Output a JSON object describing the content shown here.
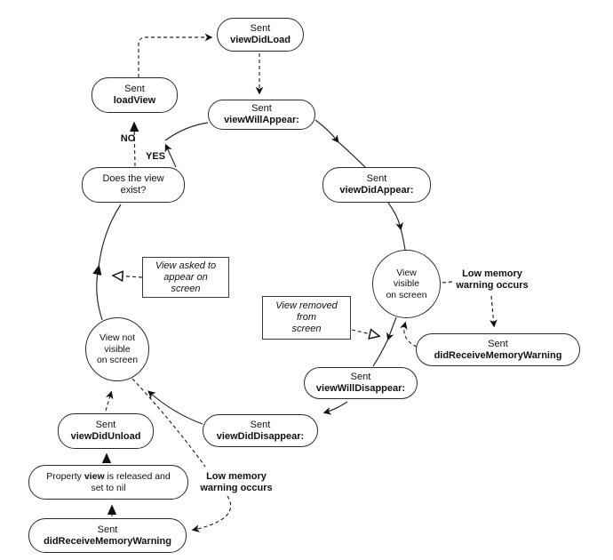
{
  "diagram": {
    "title_hint": "View controller lifecycle flowchart",
    "nodes": {
      "view_did_load": {
        "line1": "Sent",
        "line2": "viewDidLoad"
      },
      "load_view": {
        "line1": "Sent",
        "line2": "loadView"
      },
      "view_will_appear": {
        "line1": "Sent",
        "line2": "viewWillAppear:"
      },
      "view_did_appear": {
        "line1": "Sent",
        "line2": "viewDidAppear:"
      },
      "does_view_exist": {
        "line1": "Does the view",
        "line2": "exist?"
      },
      "view_will_disappear": {
        "line1": "Sent",
        "line2": "viewWillDisappear:"
      },
      "view_did_disappear": {
        "line1": "Sent",
        "line2": "viewDidDisappear:"
      },
      "view_did_unload": {
        "line1": "Sent",
        "line2": "viewDidUnload"
      },
      "memory_warning_right": {
        "line1": "Sent",
        "line2": "didReceiveMemoryWarning"
      },
      "memory_warning_bottom": {
        "line1": "Sent",
        "line2": "didReceiveMemoryWarning"
      },
      "property_released": {
        "pre": "Property ",
        "bold": "view",
        "post": " is released and",
        "line2": "set to nil"
      }
    },
    "states": {
      "visible": {
        "line1": "View",
        "line2": "visible",
        "line3": "on screen"
      },
      "not_visible": {
        "line1": "View not",
        "line2": "visible",
        "line3": "on screen"
      }
    },
    "annotations": {
      "view_asked": {
        "line1": "View asked to",
        "line2": "appear on",
        "line3": "screen"
      },
      "view_removed": {
        "line1": "View removed",
        "line2": "from",
        "line3": "screen"
      },
      "low_memory_right": {
        "line1": "Low memory",
        "line2": "warning occurs"
      },
      "low_memory_bottom": {
        "line1": "Low memory",
        "line2": "warning occurs"
      }
    },
    "labels": {
      "no": "NO",
      "yes": "YES"
    },
    "colors": {
      "background": "#ffffff",
      "stroke": "#1f1f1f",
      "text": "#111111"
    }
  }
}
